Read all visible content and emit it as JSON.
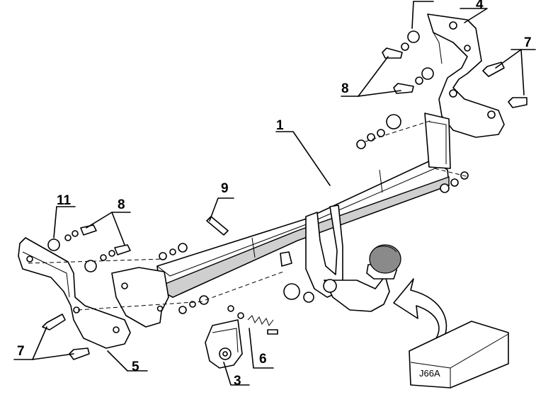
{
  "callouts": {
    "c1": "1",
    "c3": "3",
    "c4": "4",
    "c5": "5",
    "c6": "6",
    "c7_top": "7",
    "c7_bottom": "7",
    "c8_top": "8",
    "c8_left": "8",
    "c9": "9",
    "c11": "11"
  },
  "box_code": "J66A",
  "colors": {
    "ink": "#000000",
    "shade": "#cfcfcf",
    "ball": "#8a8a8a"
  }
}
